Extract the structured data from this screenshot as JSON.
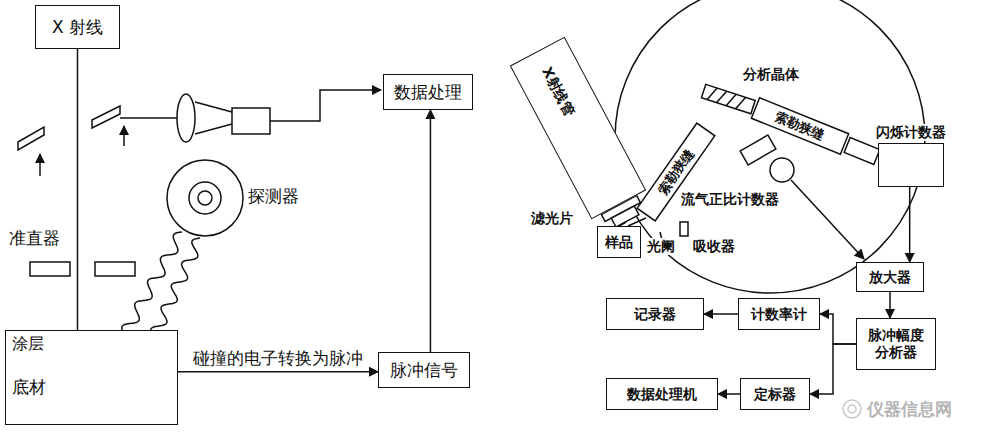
{
  "diagram": {
    "nodes": [
      {
        "text": [
          "X 射线"
        ]
      },
      {
        "text": [
          "数据处理"
        ]
      },
      {
        "text": [
          "涂层"
        ]
      },
      {
        "text": [
          "底材"
        ]
      },
      {
        "text": [
          "脉冲信号"
        ]
      },
      {
        "text": [
          "X射线管"
        ]
      },
      {
        "text": [
          "样品"
        ]
      },
      {
        "text": [
          "闪烁计数器"
        ]
      },
      {
        "text": [
          "放大器"
        ]
      },
      {
        "text": [
          "脉冲幅度 分析器"
        ]
      },
      {
        "text": [
          "记录器"
        ]
      },
      {
        "text": [
          "计数率计"
        ]
      },
      {
        "text": [
          "数据处理机"
        ]
      },
      {
        "text": [
          "定标器"
        ]
      }
    ],
    "edges": [
      {
        "from": 0,
        "to": 2,
        "arrow": "none"
      },
      {
        "from": 3,
        "to": 4,
        "label": "碰撞的电子转换为脉冲",
        "arrow": "to"
      },
      {
        "from": 4,
        "to": 1,
        "arrow": "to"
      },
      {
        "from": 7,
        "to": 8,
        "arrow": "to"
      },
      {
        "from": 8,
        "to": 9,
        "arrow": "to"
      },
      {
        "from": 9,
        "to": 11,
        "arrow": "to"
      },
      {
        "from": 9,
        "to": 13,
        "arrow": "to"
      },
      {
        "from": 11,
        "to": 10,
        "arrow": "to"
      },
      {
        "from": 13,
        "to": 12,
        "arrow": "to"
      }
    ],
    "labels": [
      "探测器",
      "准直器",
      "分析晶体",
      "索勒狭缝",
      "索勒狭缝",
      "流气正比计数器",
      "滤光片",
      "光阑",
      "吸收器",
      "仪器信息网"
    ]
  }
}
